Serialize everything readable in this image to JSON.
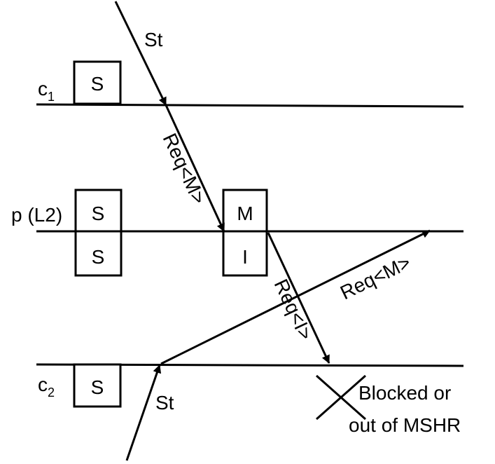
{
  "timelines": {
    "c1": {
      "base": "c",
      "sub": "1"
    },
    "p": {
      "label": "p (L2)"
    },
    "c2": {
      "base": "c",
      "sub": "2"
    }
  },
  "states": {
    "c1_state": "S",
    "p_initial_upper": "S",
    "p_initial_lower": "S",
    "p_after_upper": "M",
    "p_after_lower": "I",
    "c2_state": "S"
  },
  "messages": {
    "st_c1": "St",
    "req_m_c1_to_p": "Req<M>",
    "req_i_p_to_c2": "Req<I>",
    "req_m_c2_to_p": "Req<M>",
    "st_c2": "St"
  },
  "annotation": {
    "line1": "Blocked or",
    "line2": "out of MSHR"
  }
}
